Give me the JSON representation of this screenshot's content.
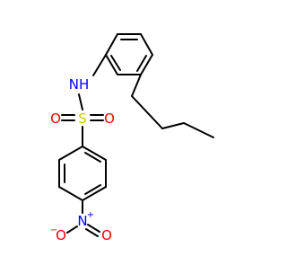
{
  "colors": {
    "background": "#ffffff",
    "bond": "#000000",
    "nitrogen": "#0000ff",
    "oxygen": "#ff0000",
    "sulfur": "#cccc00"
  },
  "atoms": {
    "nh": "NH",
    "s": "S",
    "o_left": "O",
    "o_right": "O",
    "n_nitro": "N",
    "n_charge": "+",
    "o_nitro_left": "O",
    "o_nitro_left_charge": "−",
    "o_nitro_right": "O"
  }
}
